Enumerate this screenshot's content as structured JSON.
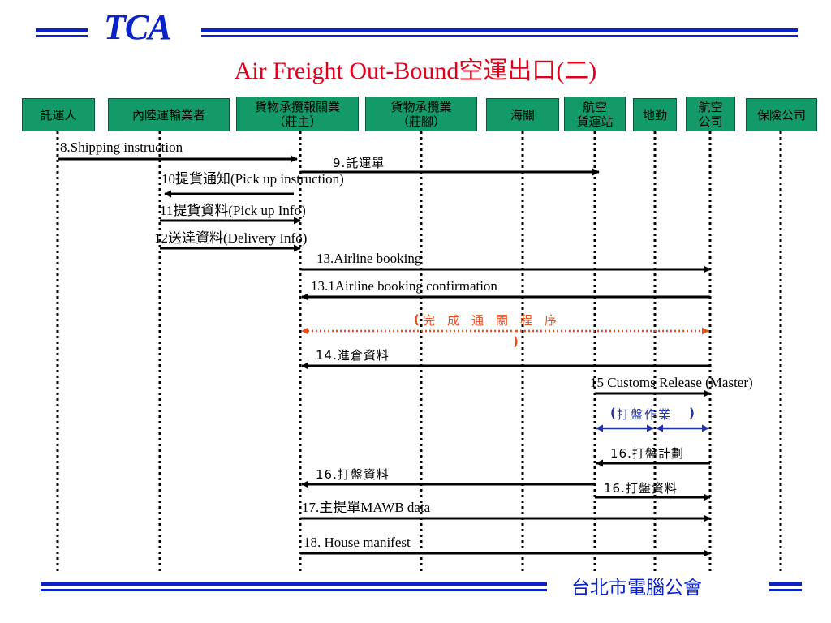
{
  "header": {
    "logo": "TCA",
    "title": "Air Freight Out-Bound空運出口(二)"
  },
  "footer": {
    "org": "台北市電腦公會"
  },
  "participants": [
    {
      "label": "託運人"
    },
    {
      "label": "內陸運輸業者"
    },
    {
      "label": "貨物承攬報關業\n（莊主）"
    },
    {
      "label": "貨物承攬業\n（莊腳）"
    },
    {
      "label": "海關"
    },
    {
      "label": "航空\n貨運站"
    },
    {
      "label": "地勤"
    },
    {
      "label": "航空\n公司"
    },
    {
      "label": "保險公司"
    }
  ],
  "messages": [
    {
      "label": "8.Shipping instruction"
    },
    {
      "label": "9.託運單"
    },
    {
      "label": "10提貨通知(Pick up instruction)"
    },
    {
      "label": "11提貨資料(Pick up Info)"
    },
    {
      "label": "12送達資料(Delivery Info)"
    },
    {
      "label": "13.Airline booking"
    },
    {
      "label": "13.1Airline booking confirmation"
    },
    {
      "label": "14.進倉資料"
    },
    {
      "label": "15 Customs Release (Master)"
    },
    {
      "label": "16.打盤計劃"
    },
    {
      "label": "16.打盤資料"
    },
    {
      "label": "16.打盤資料"
    },
    {
      "label": "17.主提單MAWB data"
    },
    {
      "label": "18. House manifest"
    }
  ],
  "notes": {
    "customs_process": {
      "open": "(",
      "text": "完　成　通　關　程　序",
      "close": ")",
      "color": "#e8501e"
    },
    "palletizing": {
      "open": "(",
      "text": "打盤作業",
      "close": ")",
      "color": "#2233aa"
    }
  },
  "colors": {
    "brand_blue": "#0a22c8",
    "title_red": "#e0001a",
    "box_green": "#149a68"
  }
}
